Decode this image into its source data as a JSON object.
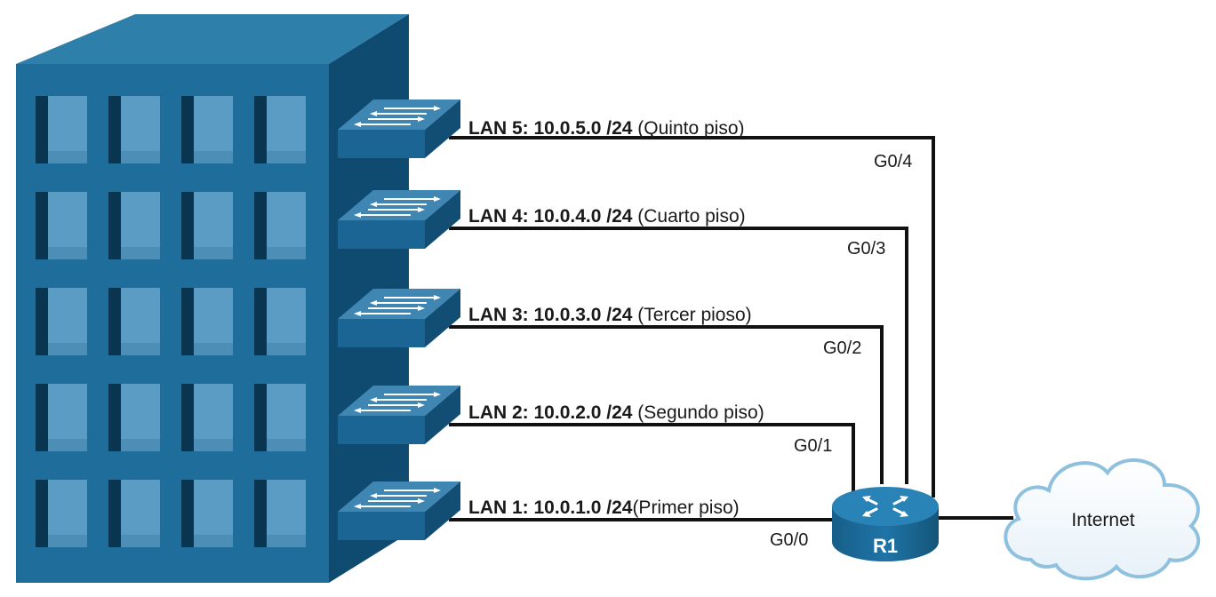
{
  "lans": [
    {
      "name": "LAN 5: 10.0.5.0 /24",
      "floor": " (Quinto piso)",
      "port": "G0/4"
    },
    {
      "name": "LAN 4: 10.0.4.0 /24",
      "floor": " (Cuarto piso)",
      "port": "G0/3"
    },
    {
      "name": "LAN 3: 10.0.3.0 /24",
      "floor": " (Tercer pioso)",
      "port": "G0/2"
    },
    {
      "name": "LAN 2: 10.0.2.0 /24",
      "floor": " (Segundo piso)",
      "port": "G0/1"
    },
    {
      "name": "LAN 1: 10.0.1.0 /24",
      "floor": "(Primer piso)",
      "port": "G0/0"
    }
  ],
  "router": {
    "label": "R1"
  },
  "cloud": {
    "label": "Internet"
  },
  "colors": {
    "building_front": "#1f6d9a",
    "building_side": "#0f4b70",
    "building_top": "#2f7fab",
    "window_glass": "#5a9cc3",
    "switch_top": "#3f86b3",
    "switch_front": "#1b6594",
    "router_body": "#1d6d9e",
    "cloud_fill": "#ffffff",
    "cloud_stroke": "#8fc1df"
  }
}
